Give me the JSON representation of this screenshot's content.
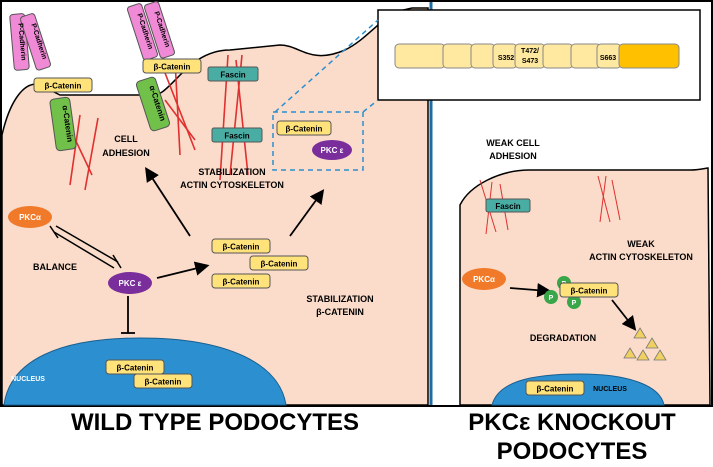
{
  "colors": {
    "cell_fill": "#fbdcca",
    "divider": "#1d6ca3",
    "catenin_fill": "#ffe27a",
    "fascin_fill": "#4aada4",
    "cadherin_fill": "#f08ad6",
    "alpha_catenin_fill": "#70c04a",
    "pkc_eps_fill": "#7a2e9c",
    "pkc_alpha_fill": "#f07a2a",
    "nucleus_fill": "#2c8fcf",
    "phospho_fill": "#3aa64a",
    "degradation_fill": "#f0d060",
    "actin": "#e03030"
  },
  "left_panel": {
    "p_cadherin": [
      "P-Cadherin",
      "P-Cadherin",
      "P-Cadherin",
      "P-Cadherin"
    ],
    "beta_catenin": "β-Catenin",
    "alpha_catenin": "α-Catenin",
    "fascin": "Fascin",
    "pkc_epsilon": "PKC ε",
    "pkc_alpha": "PKCα",
    "cell_adhesion": [
      "CELL",
      "ADHESION"
    ],
    "stabilization_actin": [
      "STABILIZATION",
      "ACTIN CYTOSKELETON"
    ],
    "balance": "BALANCE",
    "stabilization_catenin": [
      "STABILIZATION",
      "β-CATENIN"
    ],
    "nucleus": "NUCLEUS",
    "caption": "WILD TYPE PODOCYTES"
  },
  "inset": {
    "sites": [
      "S352",
      "T472/",
      "S473",
      "S663"
    ]
  },
  "right_panel": {
    "weak_adhesion": [
      "WEAK CELL",
      "ADHESION"
    ],
    "fascin": "Fascin",
    "weak_actin": [
      "WEAK",
      "ACTIN CYTOSKELETON"
    ],
    "pkc_alpha": "PKCα",
    "phospho": "P",
    "beta_catenin": "β-Catenin",
    "degradation": "DEGRADATION",
    "nucleus": "NUCLEUS",
    "caption": [
      "PKCε KNOCKOUT",
      "PODOCYTES"
    ]
  }
}
